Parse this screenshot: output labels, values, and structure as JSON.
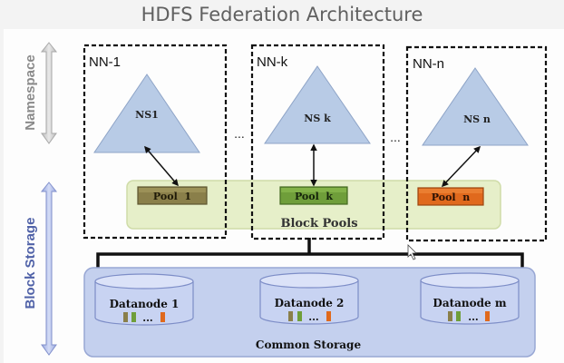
{
  "title": "HDFS Federation Architecture",
  "side_labels": {
    "namespace": "Namespace",
    "block_storage": "Block Storage"
  },
  "namenodes": [
    {
      "label": "NN-1",
      "namespace": "NS1",
      "pool": "Pool  1",
      "pool_color": "#8a7f4a"
    },
    {
      "label": "NN-k",
      "namespace": "NS k",
      "pool": "Pool  k",
      "pool_color": "#6f9e3a"
    },
    {
      "label": "NN-n",
      "namespace": "NS n",
      "pool": "Pool  n",
      "pool_color": "#e0691d"
    }
  ],
  "ellipsis": "...",
  "block_pools_label": "Block  Pools",
  "datanodes": [
    {
      "label": "Datanode 1",
      "dots": "..."
    },
    {
      "label": "Datanode 2",
      "dots": "..."
    },
    {
      "label": "Datanode m",
      "dots": "..."
    }
  ],
  "common_storage_label": "Common Storage",
  "colors": {
    "triangle": "#b8cbe6",
    "block_pools_bg": "#e6efc9",
    "storage_bg": "#c4d0ee",
    "arrow_namespace": "#c8c8c8",
    "arrow_block": "#aebbe8"
  }
}
